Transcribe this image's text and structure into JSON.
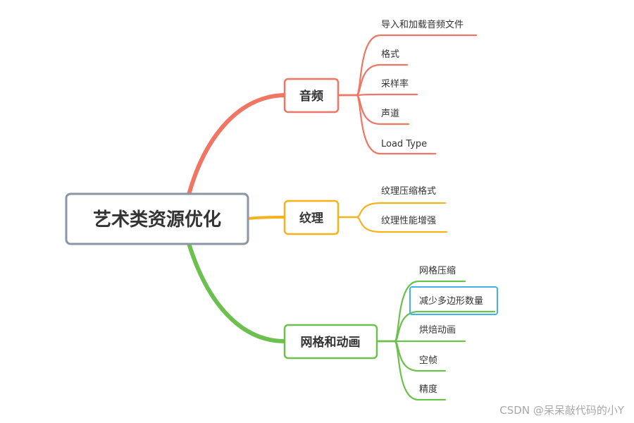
{
  "root": {
    "label": "艺术类资源优化",
    "border_color": "#8a96a3"
  },
  "branches": [
    {
      "label": "音频",
      "color": "#f07563",
      "leaves": [
        "导入和加载音频文件",
        "格式",
        "采样率",
        "声道",
        "Load Type"
      ]
    },
    {
      "label": "纹理",
      "color": "#f5b21c",
      "leaves": [
        "纹理压缩格式",
        "纹理性能增强"
      ]
    },
    {
      "label": "网格和动画",
      "color": "#6cc04e",
      "leaves": [
        "网格压缩",
        "减少多边形数量",
        "烘焙动画",
        "空帧",
        "精度"
      ],
      "selected_leaf": 1,
      "selected_color": "#3fb3e6"
    }
  ],
  "watermark": "CSDN @呆呆敲代码的小Y"
}
